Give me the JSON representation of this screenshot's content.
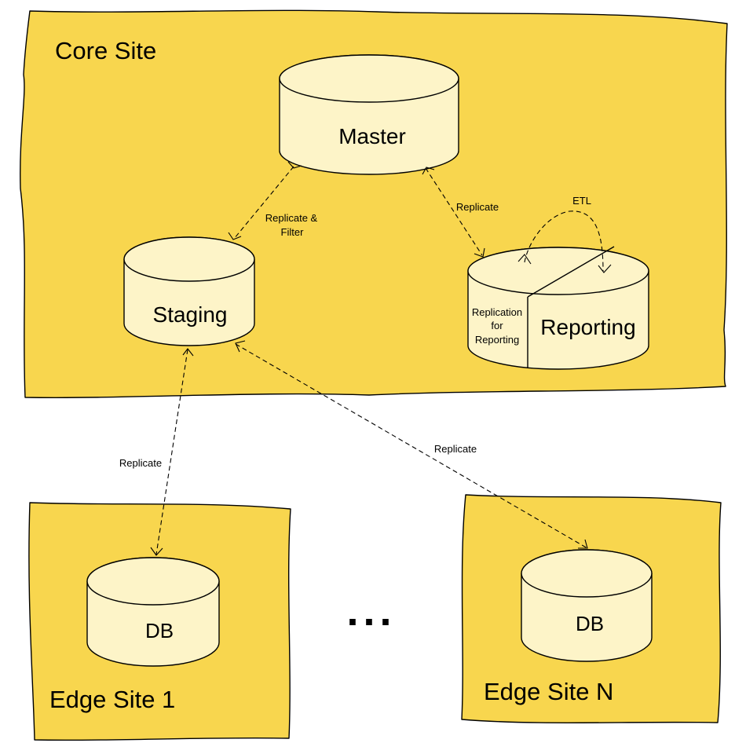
{
  "colors": {
    "site_fill": "#f8d64e",
    "db_fill": "#fdf4c8",
    "line": "#000000"
  },
  "sites": {
    "core": "Core Site",
    "edge1": "Edge Site 1",
    "edgeN": "Edge Site N"
  },
  "databases": {
    "master": "Master",
    "staging": "Staging",
    "reporting": "Reporting",
    "replication_for_reporting": [
      "Replication",
      "for",
      "Reporting"
    ],
    "edge1_db": "DB",
    "edgeN_db": "DB"
  },
  "flows": {
    "master_to_staging": [
      "Replicate &",
      "Filter"
    ],
    "master_to_reporting": "Replicate",
    "etl": "ETL",
    "staging_to_edge1": "Replicate",
    "staging_to_edgeN": "Replicate"
  },
  "ellipsis": "..."
}
